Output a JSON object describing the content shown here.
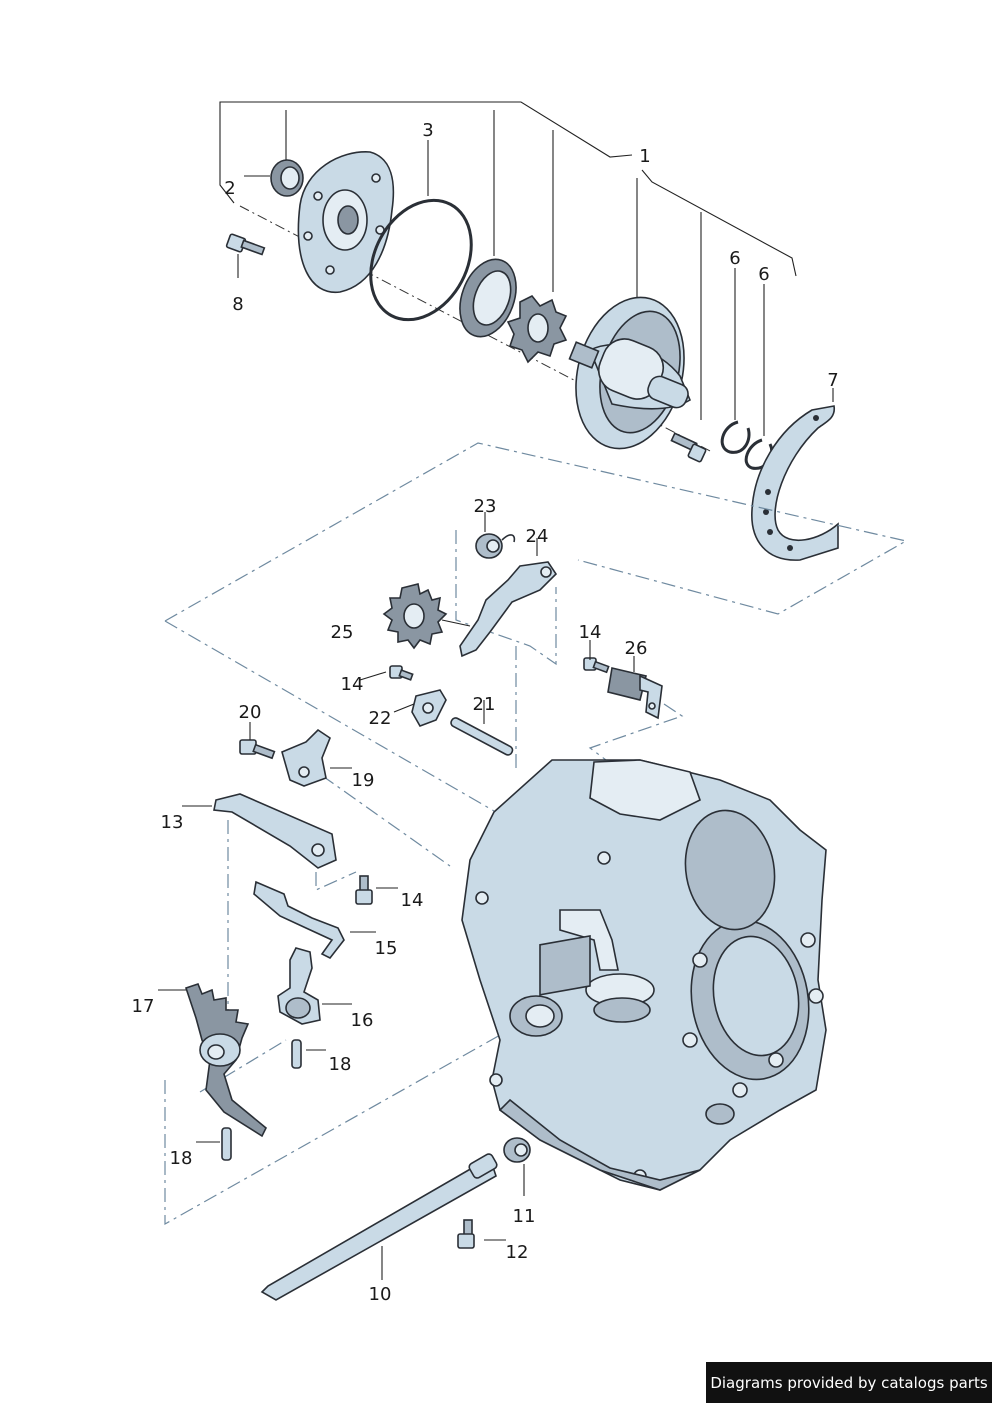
{
  "callouts": [
    "1",
    "2",
    "3",
    "6",
    "6",
    "7",
    "8",
    "23",
    "24",
    "25",
    "14",
    "26",
    "14",
    "22",
    "21",
    "20",
    "19",
    "13",
    "14",
    "15",
    "17",
    "16",
    "18",
    "18",
    "11",
    "12",
    "10"
  ],
  "footer": {
    "text": "Diagrams provided by catalogs parts"
  },
  "colors": {
    "part_fill": "#c9dae6",
    "outline": "#2a2f36",
    "phantom_line": "#6f8aa0",
    "badge_bg": "#111111"
  }
}
